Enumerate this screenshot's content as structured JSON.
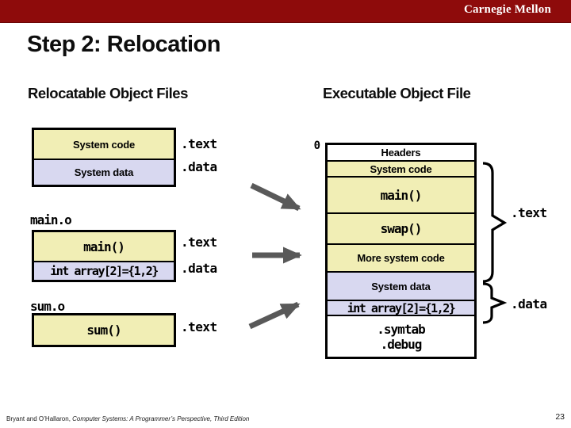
{
  "banner": {
    "brand": "Carnegie Mellon"
  },
  "title": "Step 2: Relocation",
  "left_panel": {
    "heading": "Relocatable Object Files",
    "groups": [
      {
        "name": "",
        "rows": [
          {
            "label": "System code",
            "section": ".text"
          },
          {
            "label": "System data",
            "section": ".data"
          }
        ]
      },
      {
        "name": "main.o",
        "rows": [
          {
            "label": "main()",
            "section": ".text"
          },
          {
            "label": "int array[2]={1,2}",
            "section": ".data"
          }
        ]
      },
      {
        "name": "sum.o",
        "rows": [
          {
            "label": "sum()",
            "section": ".text"
          }
        ]
      }
    ]
  },
  "right_panel": {
    "heading": "Executable Object File",
    "address_label": "0",
    "rows": [
      {
        "label": "Headers"
      },
      {
        "label": "System code"
      },
      {
        "label": "main()"
      },
      {
        "label": "swap()"
      },
      {
        "label": "More system code"
      },
      {
        "label": "System data"
      },
      {
        "label": "int array[2]={1,2}"
      },
      {
        "label": ".symtab",
        "label2": ".debug"
      }
    ],
    "braces": [
      {
        "label": ".text"
      },
      {
        "label": ".data"
      }
    ]
  },
  "footer": {
    "author_part": "Bryant and O’Hallaron, ",
    "book_part": "Computer Systems: A Programmer’s Perspective, Third Edition",
    "page": "23"
  },
  "colors": {
    "banner_red": "#8E0B0B",
    "box_yellow": "#F1EEB5",
    "box_lavender": "#D8D8F0",
    "arrow_gray": "#595959",
    "border_black": "#000000"
  }
}
